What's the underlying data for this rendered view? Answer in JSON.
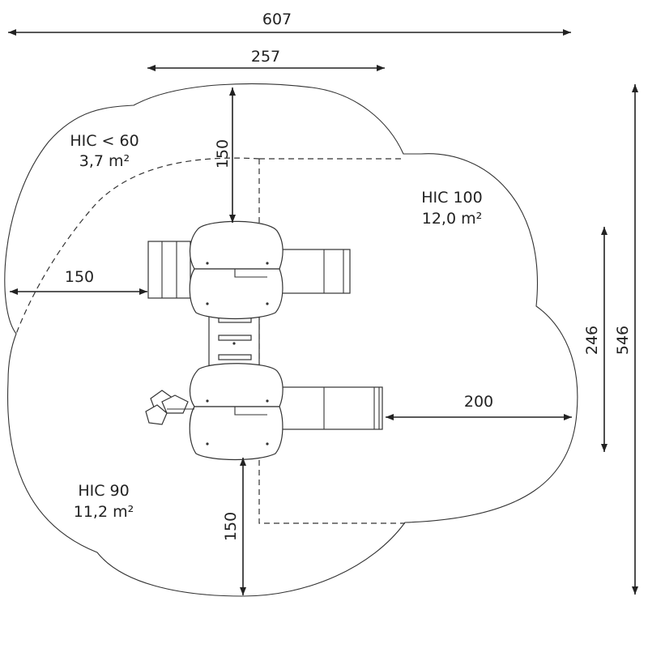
{
  "dimensions": {
    "overall_width": "607",
    "structure_width": "257",
    "top_clearance": "150",
    "left_clearance": "150",
    "bottom_clearance": "150",
    "right_clearance": "200",
    "inner_height": "246",
    "overall_height": "546"
  },
  "zones": {
    "hic_60": {
      "title": "HIC < 60",
      "area": "3,7 m²"
    },
    "hic_100": {
      "title": "HIC 100",
      "area": "12,0 m²"
    },
    "hic_90": {
      "title": "HIC 90",
      "area": "11,2 m²"
    }
  }
}
